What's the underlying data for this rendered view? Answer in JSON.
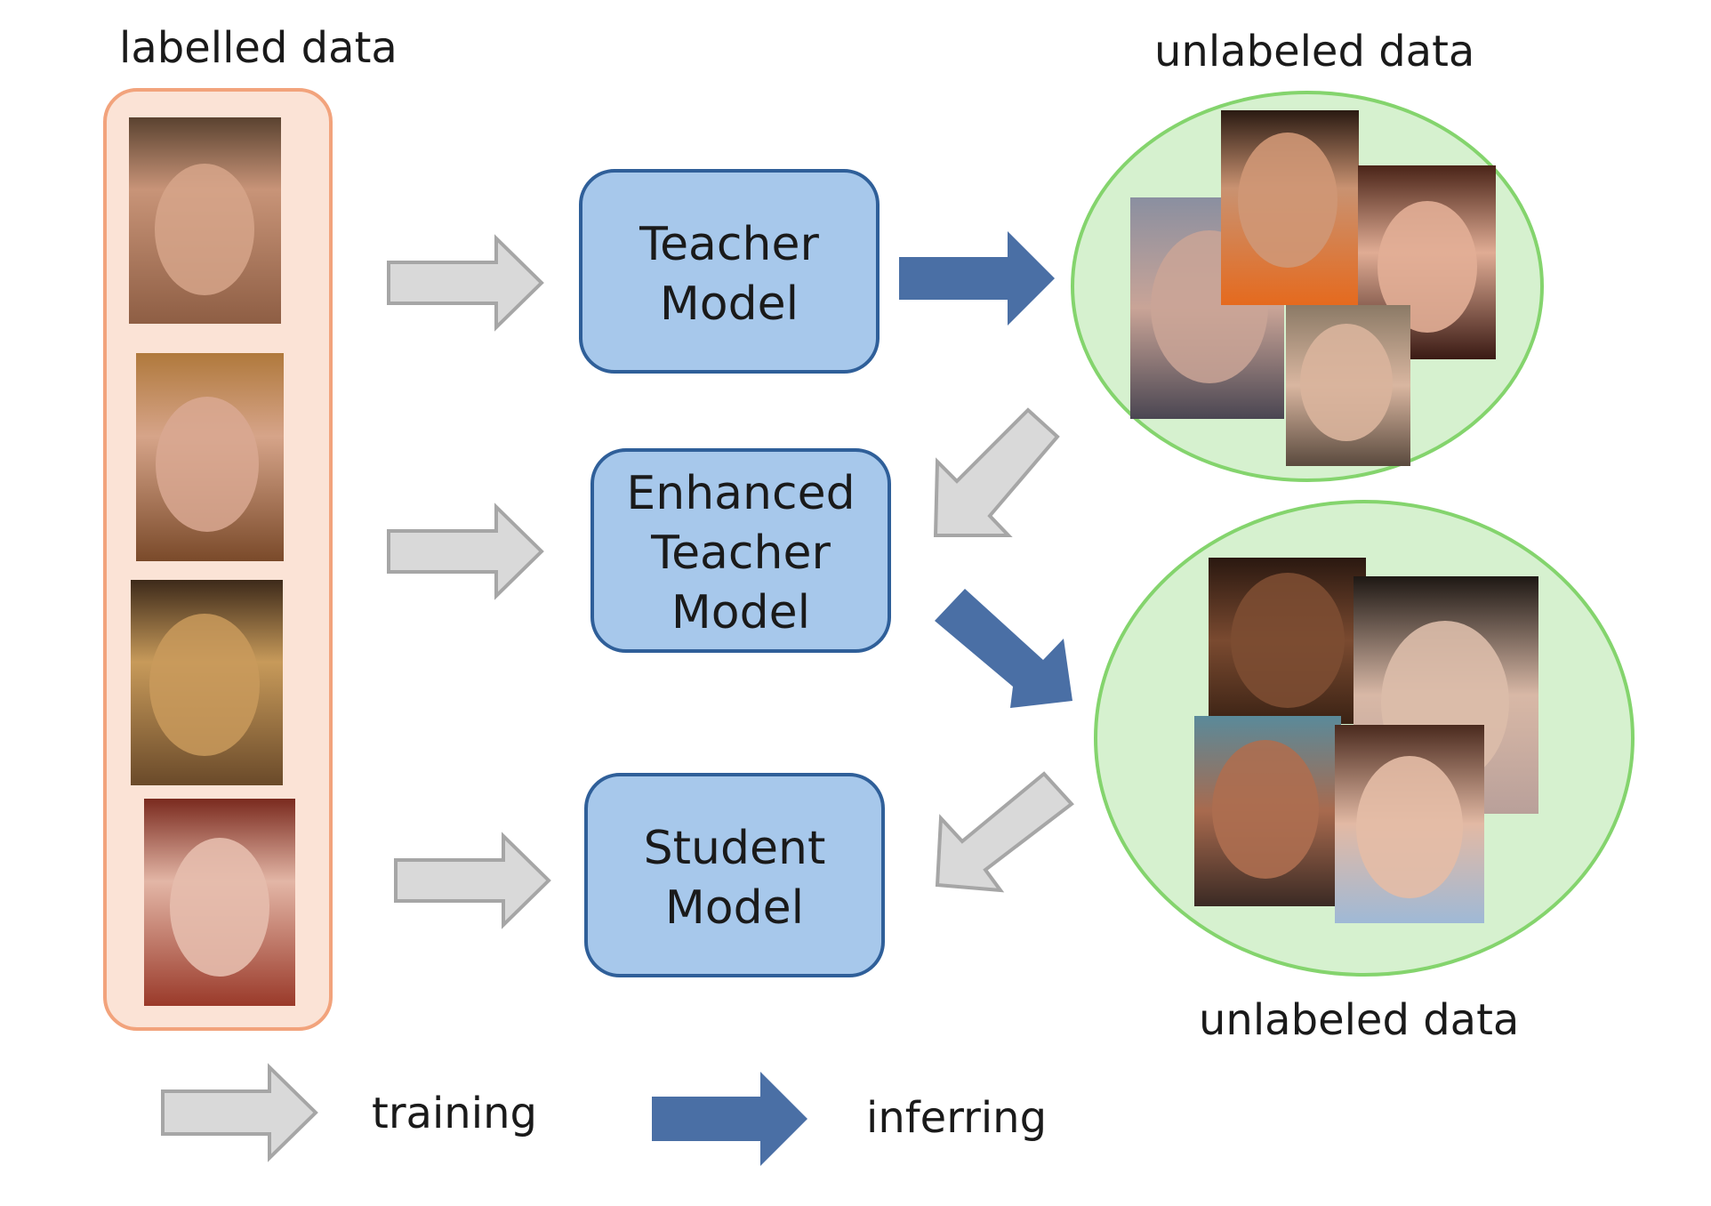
{
  "labelled_title": "labelled data",
  "unlabeled_top_title": "unlabeled data",
  "unlabeled_bottom_title": "unlabeled data",
  "models": [
    {
      "lines": [
        "Teacher",
        "Model"
      ]
    },
    {
      "lines": [
        "Enhanced",
        "Teacher",
        "Model"
      ]
    },
    {
      "lines": [
        "Student",
        "Model"
      ]
    }
  ],
  "legend": {
    "training_label": "training",
    "inferring_label": "inferring"
  },
  "colors": {
    "model_fill": "#a7c8eb",
    "model_stroke": "#2f5f99",
    "labelled_fill": "#fbe3d6",
    "labelled_stroke": "#f2a37c",
    "ellipse_fill": "#d6f1cf",
    "ellipse_stroke": "#84d46d",
    "training_arrow": "#d9d9d9",
    "training_arrow_stroke": "#a6a6a6",
    "inferring_arrow": "#4a6fa5"
  }
}
